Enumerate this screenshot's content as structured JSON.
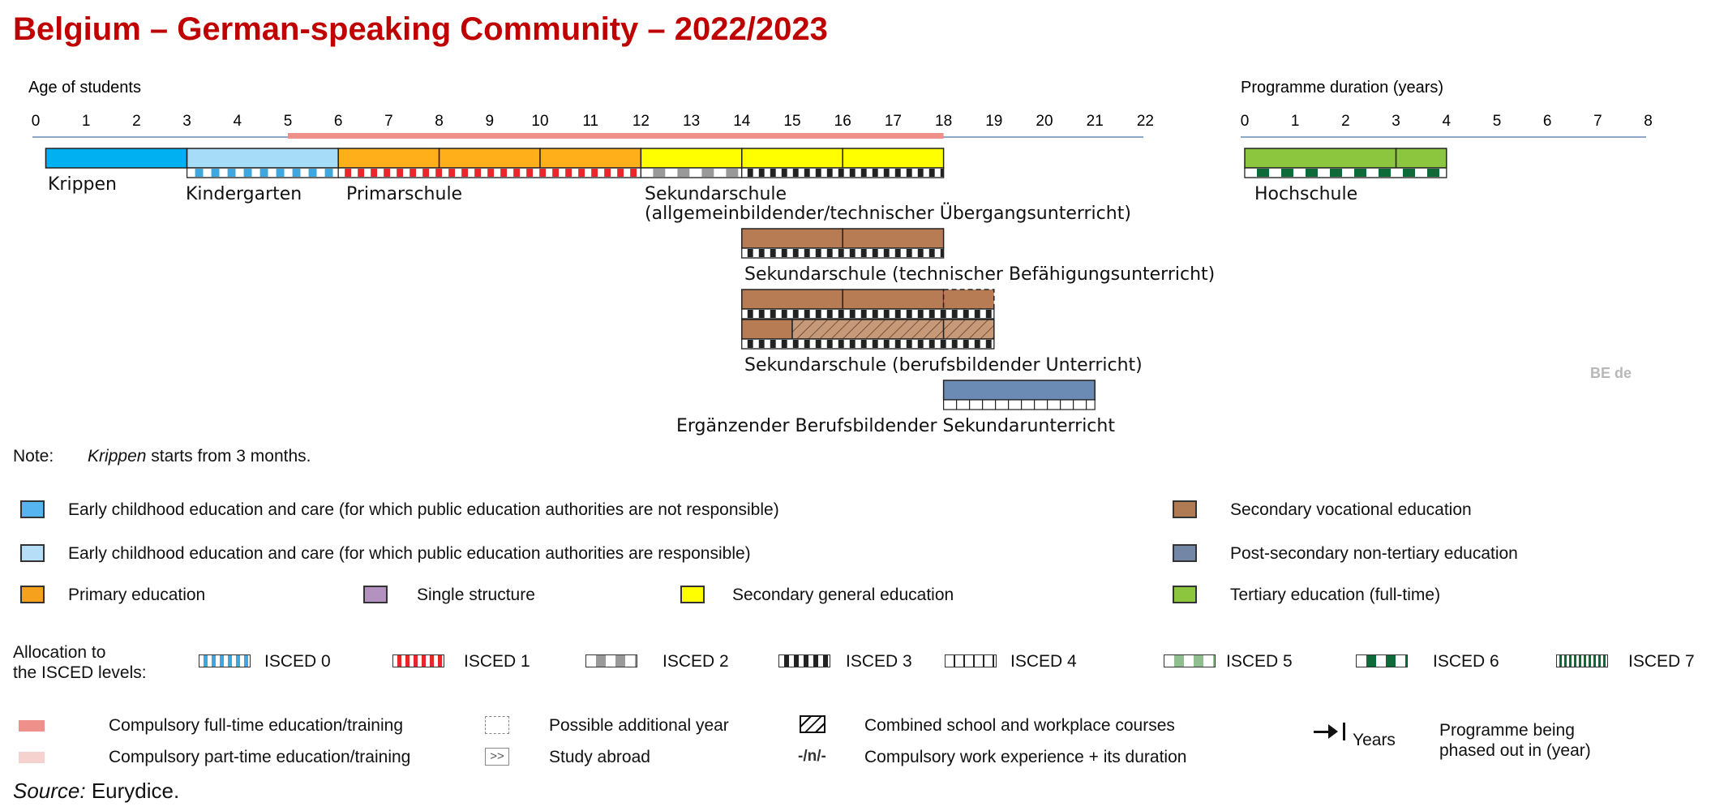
{
  "title": "Belgium – German-speaking Community – 2022/2023",
  "age_axis": {
    "label": "Age of students",
    "ticks": [
      "0",
      "1",
      "2",
      "3",
      "4",
      "5",
      "6",
      "7",
      "8",
      "9",
      "10",
      "11",
      "12",
      "13",
      "14",
      "15",
      "16",
      "17",
      "18",
      "19",
      "20",
      "21",
      "22"
    ]
  },
  "duration_axis": {
    "label": "Programme duration (years)",
    "ticks": [
      "0",
      "1",
      "2",
      "3",
      "4",
      "5",
      "6",
      "7",
      "8"
    ]
  },
  "compulsory_fulltime": [
    5,
    18
  ],
  "programmes": {
    "krippen": "Krippen",
    "kindergarten": "Kindergarten",
    "primarschule": "Primarschule",
    "sek_general_1": "Sekundarschule",
    "sek_general_2": "(allgemeinbildender/technischer Übergangsunterricht)",
    "sek_tech": "Sekundarschule (technischer Befähigungsunterricht)",
    "sek_voc": "Sekundarschule (berufsbildender Unterricht)",
    "post_sec": "Ergänzender Berufsbildender Sekundarunterricht",
    "hochschule": "Hochschule"
  },
  "country_code": "BE de",
  "note": {
    "label": "Note:",
    "italic": "Krippen",
    "rest": " starts from 3 months."
  },
  "legend": {
    "ecec_not": "Early childhood education and care (for which public education authorities are not responsible)",
    "ecec_resp": "Early childhood education and care (for which public education authorities are responsible)",
    "primary": "Primary education",
    "single": "Single structure",
    "sec_general": "Secondary general education",
    "sec_voc": "Secondary vocational education",
    "post_sec": "Post-secondary non-tertiary education",
    "tertiary": "Tertiary education (full-time)"
  },
  "isced": {
    "label_1": "Allocation to",
    "label_2": "the ISCED levels:",
    "items": [
      "ISCED 0",
      "ISCED 1",
      "ISCED 2",
      "ISCED 3",
      "ISCED 4",
      "ISCED 5",
      "ISCED 6",
      "ISCED 7"
    ]
  },
  "symbols": {
    "comp_full": "Compulsory full-time education/training",
    "comp_part": "Compulsory part-time education/training",
    "add_year": "Possible additional year",
    "abroad": "Study abroad",
    "abroad_glyph": ">>",
    "combined": "Combined school and workplace courses",
    "work_exp_glyph": "-/n/-",
    "work_exp": "Compulsory work experience + its duration",
    "years": "Years",
    "phased_1": "Programme being",
    "phased_2": "phased out in (year)"
  },
  "source": {
    "italic": "Source:",
    "rest": " Eurydice."
  },
  "colors": {
    "ecec_not": "#00b0f0",
    "ecec_resp": "#a6dcf7",
    "primary": "#ffaf1a",
    "single": "#b392c0",
    "sec_general": "#ffff00",
    "sec_voc": "#b87c55",
    "post_sec": "#6b8bb5",
    "tertiary": "#8cc63f",
    "compulsory": "#f0908a",
    "axis": "#8fa8c8",
    "title": "#c00000"
  },
  "chart_data": {
    "type": "table",
    "age_range": [
      0,
      22
    ],
    "duration_range": [
      0,
      8
    ],
    "bars": [
      {
        "programme": "Krippen",
        "category": "ecec_not",
        "from": 0.2,
        "to": 3,
        "isced": null
      },
      {
        "programme": "Kindergarten",
        "category": "ecec_resp",
        "from": 3,
        "to": 6,
        "isced": "ISCED 0"
      },
      {
        "programme": "Primarschule",
        "category": "primary",
        "from": 6,
        "to": 12,
        "isced": "ISCED 1"
      },
      {
        "programme": "Sekundarschule (allgemeinbildender/technischer Übergangsunterricht)",
        "category": "sec_general",
        "from": 12,
        "to": 18,
        "isced": [
          "ISCED 2 (12-14)",
          "ISCED 3 (14-18)"
        ]
      },
      {
        "programme": "Sekundarschule (technischer Befähigungsunterricht)",
        "category": "sec_voc",
        "from": 14,
        "to": 18,
        "isced": "ISCED 3"
      },
      {
        "programme": "Sekundarschule (berufsbildender Unterricht)",
        "category": "sec_voc",
        "from": 14,
        "to": 18,
        "additional_year": [
          18,
          19
        ],
        "isced": "ISCED 3"
      },
      {
        "programme": "Sekundarschule (berufsbildender Unterricht) - combined",
        "category": "sec_voc",
        "from": 14,
        "to": 19,
        "combined_school_workplace": [
          15,
          19
        ],
        "isced": "ISCED 3"
      },
      {
        "programme": "Ergänzender Berufsbildender Sekundarunterricht",
        "category": "post_sec",
        "from": 18,
        "to": 21,
        "isced": "ISCED 4"
      },
      {
        "programme": "Hochschule",
        "category": "tertiary",
        "duration_from": 0,
        "duration_to": 4,
        "divider_at": 3,
        "isced": "ISCED 6"
      }
    ],
    "compulsory_fulltime_ages": [
      5,
      18
    ]
  }
}
